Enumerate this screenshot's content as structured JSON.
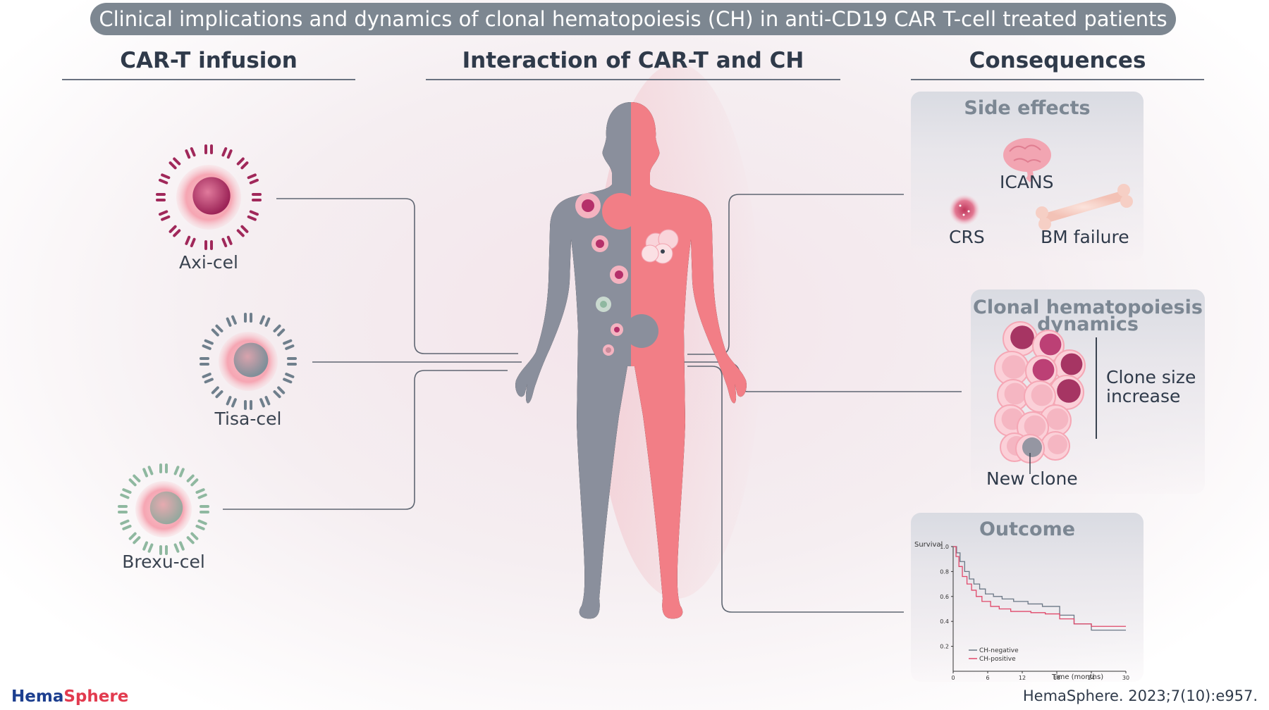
{
  "title": "Clinical implications and dynamics of clonal hematopoiesis (CH) in anti-CD19 CAR T-cell treated patients",
  "columns": {
    "left": "CAR-T infusion",
    "middle": "Interaction of CAR-T and CH",
    "right": "Consequences"
  },
  "car_t_products": [
    {
      "label": "Axi-cel",
      "color": "#a0285a"
    },
    {
      "label": "Tisa-cel",
      "color": "#6f7f8c"
    },
    {
      "label": "Brexu-cel",
      "color": "#8fb8a0"
    }
  ],
  "side_effects": {
    "title": "Side effects",
    "icans": "ICANS",
    "crs": "CRS",
    "bm_failure": "BM failure"
  },
  "ch_dynamics": {
    "title_line1": "Clonal hematopoiesis",
    "title_line2": "dynamics",
    "clone_size_line1": "Clone size",
    "clone_size_line2": "increase",
    "new_clone": "New clone"
  },
  "outcome": {
    "title": "Outcome",
    "chart_data": {
      "type": "line",
      "ylabel": "Survival",
      "xlabel": "Time (months)",
      "xlim": [
        0,
        30
      ],
      "ylim": [
        0,
        1.0
      ],
      "x_ticks": [
        "0",
        "6",
        "12",
        "18",
        "24",
        "30"
      ],
      "y_ticks": [
        "0.2",
        "0.4",
        "0.6",
        "0.8",
        "1.0"
      ],
      "series": [
        {
          "name": "CH-negative",
          "color": "#6b7785",
          "x": [
            0,
            0.6,
            1.2,
            2.0,
            2.8,
            3.6,
            4.6,
            5.6,
            7.0,
            8.5,
            10.5,
            13,
            15.5,
            18.5,
            21,
            24,
            30
          ],
          "y": [
            1.0,
            0.95,
            0.88,
            0.8,
            0.74,
            0.7,
            0.66,
            0.62,
            0.6,
            0.58,
            0.56,
            0.54,
            0.52,
            0.45,
            0.38,
            0.33,
            0.33
          ]
        },
        {
          "name": "CH-positive",
          "color": "#e0486a",
          "x": [
            0,
            0.5,
            1.0,
            1.6,
            2.4,
            3.2,
            4.0,
            5.0,
            6.5,
            8.0,
            10.0,
            13.5,
            16.0,
            18.5,
            21,
            24,
            30
          ],
          "y": [
            1.0,
            0.92,
            0.84,
            0.76,
            0.7,
            0.65,
            0.6,
            0.56,
            0.52,
            0.5,
            0.48,
            0.47,
            0.46,
            0.42,
            0.38,
            0.36,
            0.36
          ]
        }
      ]
    }
  },
  "footer": {
    "brand_part1": "Hema",
    "brand_part2": "Sphere",
    "citation": "HemaSphere. 2023;7(10):e957."
  }
}
